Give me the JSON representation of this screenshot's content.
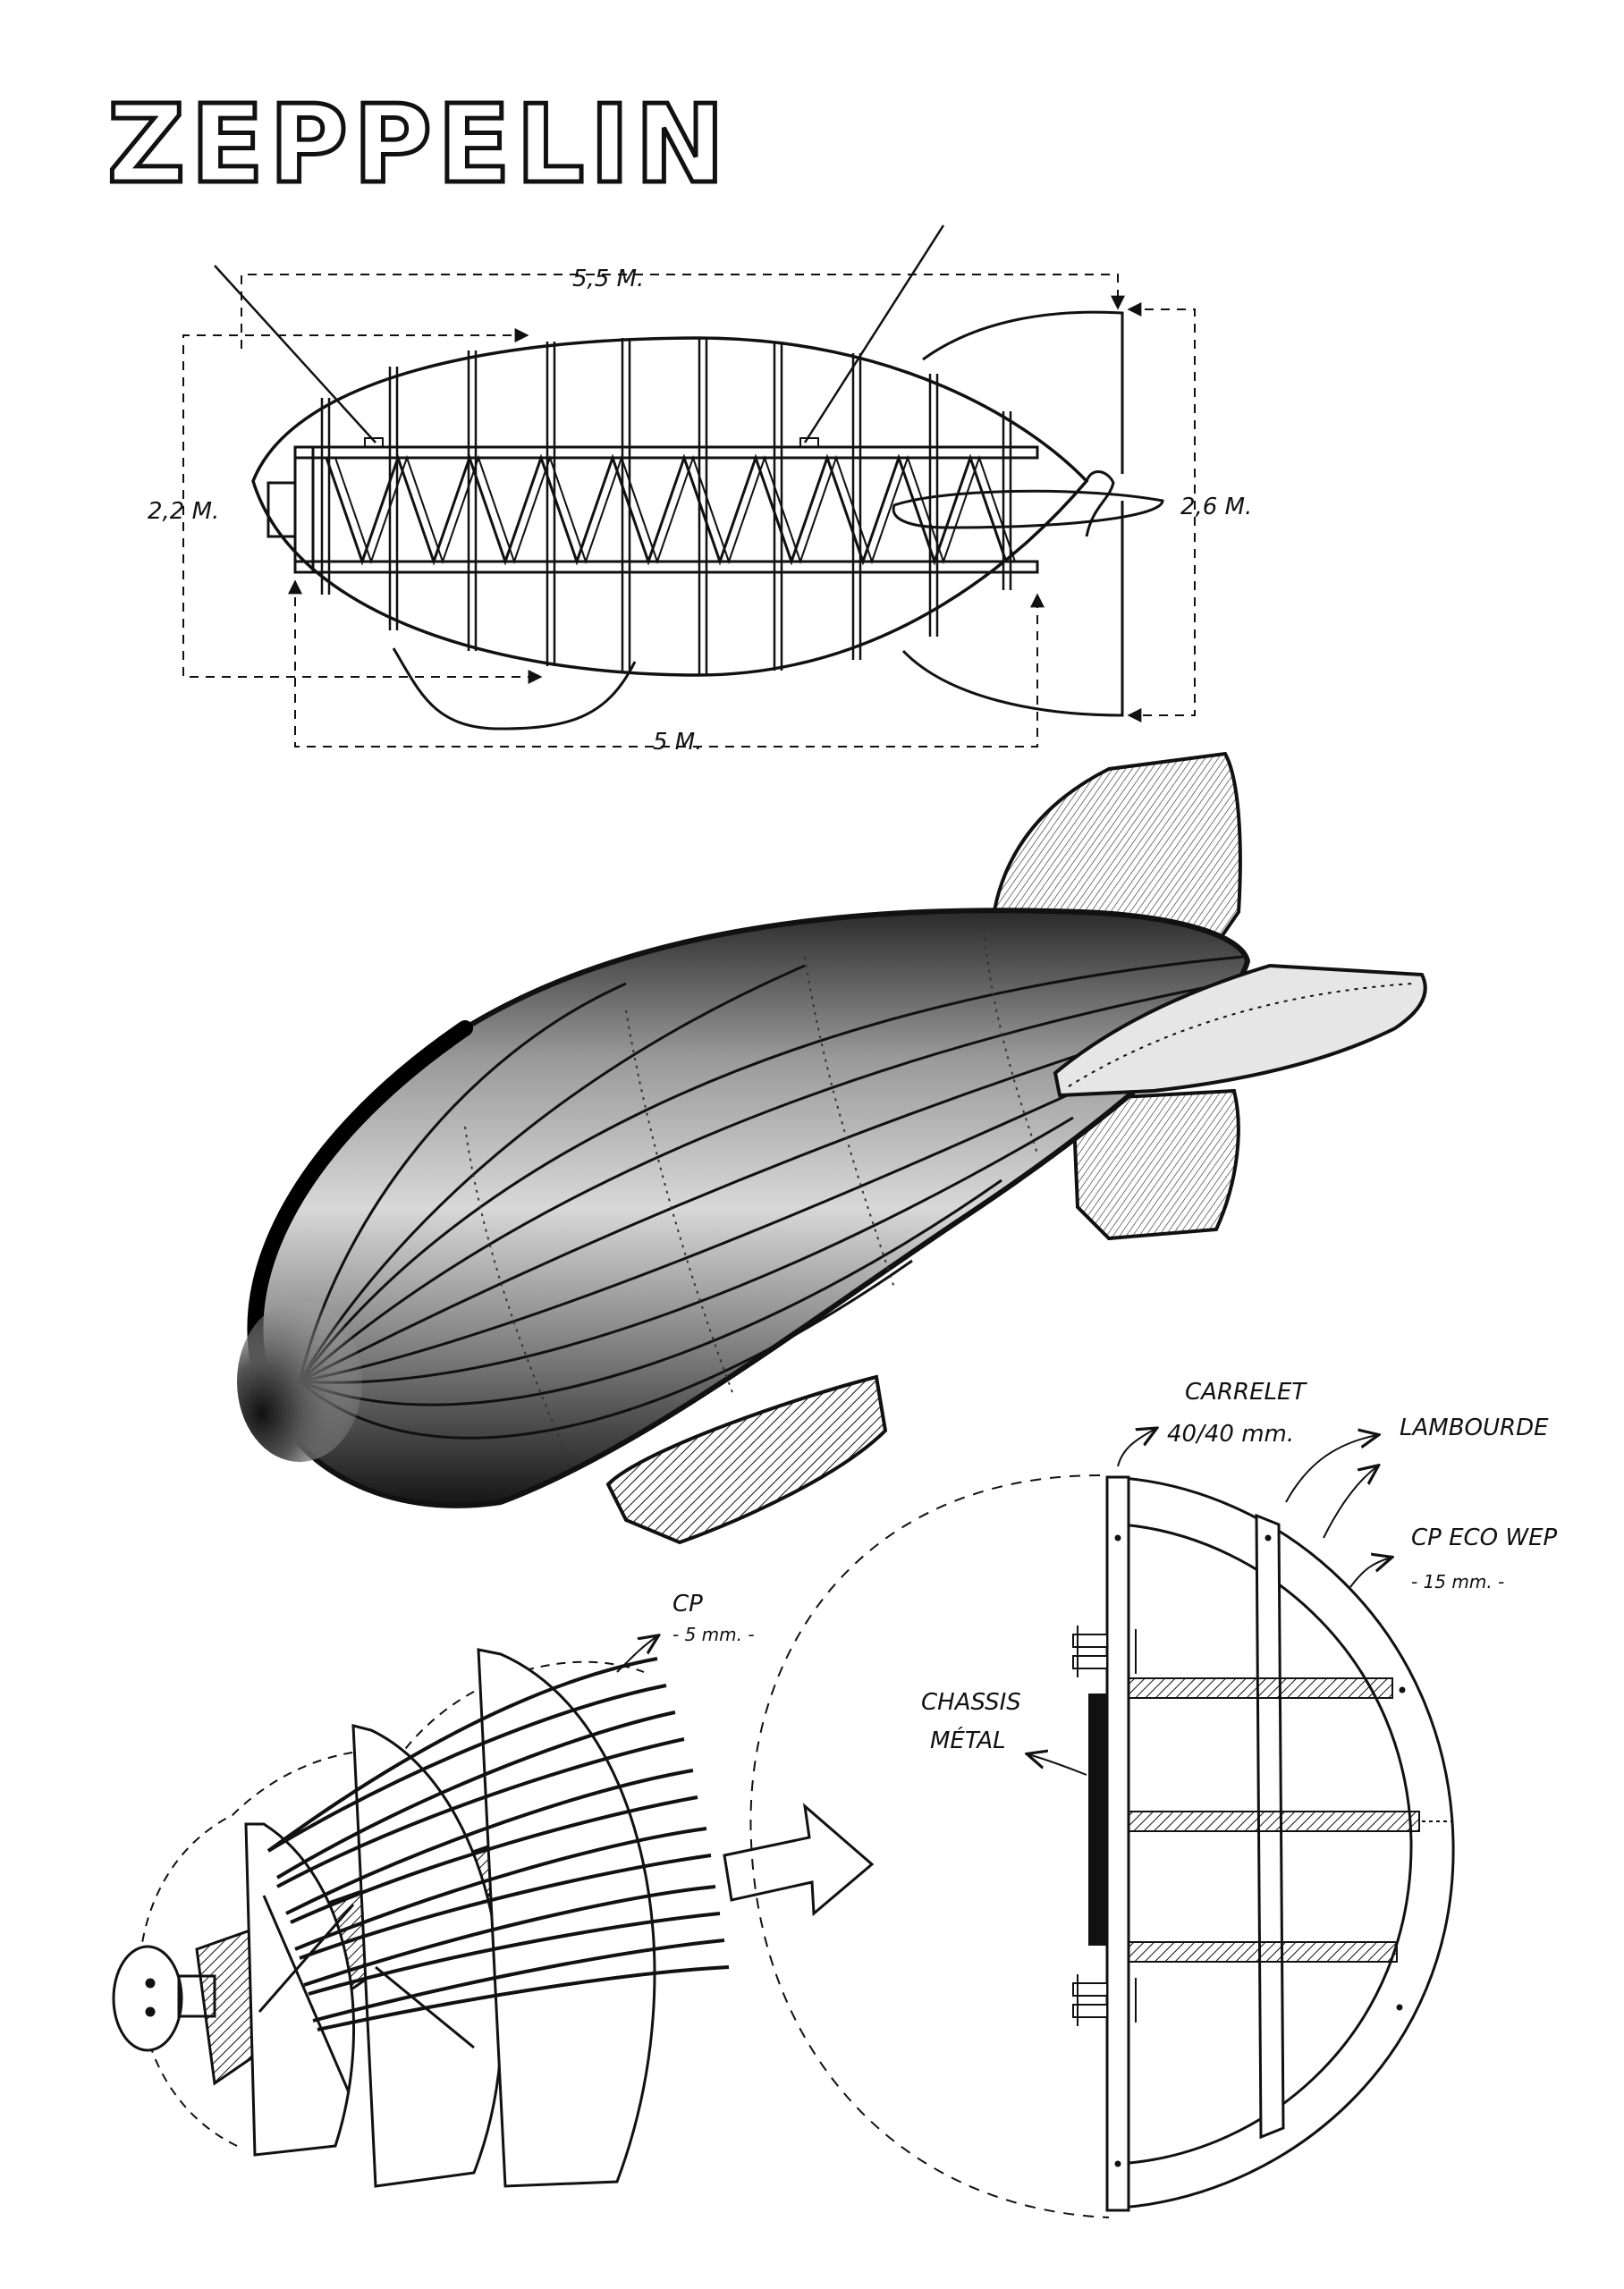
{
  "title": "ZEPPELIN",
  "dimensions": {
    "length_top": "5,5 M.",
    "length_bottom": "5 M.",
    "height_left": "2,2 M.",
    "height_right": "2,6 M."
  },
  "labels": {
    "carrelet": "CARRELET",
    "carrelet_size": "40/40 mm.",
    "lambourde": "LAMBOURDE",
    "cp_eco_wep": "CP ECO WEP",
    "cp_eco_wep_size": "- 15 mm. -",
    "cp": "CP",
    "cp_size": "- 5 mm. -",
    "chassis_line1": "CHASSIS",
    "chassis_line2": "MÉTAL"
  },
  "colors": {
    "ink": "#111111",
    "paper": "#ffffff"
  }
}
